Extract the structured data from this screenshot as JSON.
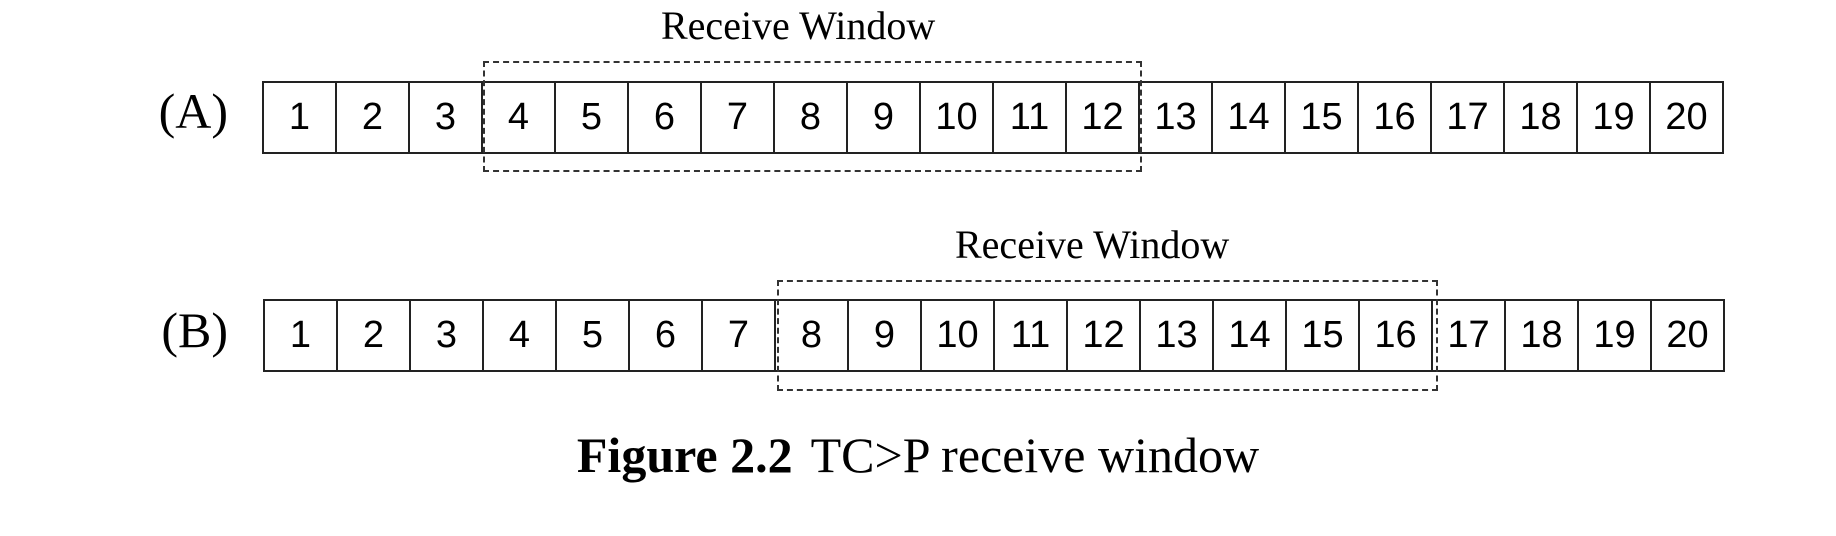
{
  "rows": [
    {
      "label": "(A)",
      "window_title": "Receive Window",
      "cells": [
        "1",
        "2",
        "3",
        "4",
        "5",
        "6",
        "7",
        "8",
        "9",
        "10",
        "11",
        "12",
        "13",
        "14",
        "15",
        "16",
        "17",
        "18",
        "19",
        "20"
      ],
      "window_range": [
        4,
        12
      ]
    },
    {
      "label": "(B)",
      "window_title": "Receive Window",
      "cells": [
        "1",
        "2",
        "3",
        "4",
        "5",
        "6",
        "7",
        "8",
        "9",
        "10",
        "11",
        "12",
        "13",
        "14",
        "15",
        "16",
        "17",
        "18",
        "19",
        "20"
      ],
      "window_range": [
        8,
        16
      ]
    }
  ],
  "caption": {
    "figure_number": "Figure 2.2",
    "text": "TC>P receive window"
  }
}
